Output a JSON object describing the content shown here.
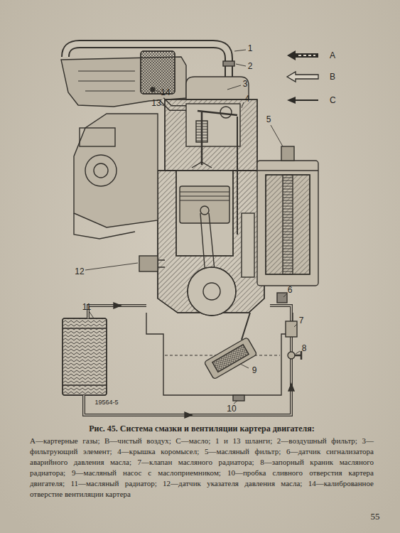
{
  "diagram": {
    "title": "Рис. 45. Система смазки и вентиляции картера двигателя:",
    "caption": "А—картерные газы; В—чистый воздух; С—масло; 1 и 13 шланги; 2—воздушный фильтр; 3—фильтрующий элемент; 4—крышка коромысел; 5—масляный фильтр; 6—датчик сигнализатора аварийного давления масла; 7—клапан масляного радиатора; 8—запорный краник масляного радиатора; 9—масляный насос с маслоприемником; 10—пробка сливного отверстия картера двигателя; 11—масляный радиатор; 12—датчик указателя давления масла; 14—калиброванное отверстие вентиляции картера",
    "labels": [
      "1",
      "2",
      "3",
      "4",
      "5",
      "6",
      "7",
      "8",
      "9",
      "10",
      "11",
      "12",
      "13",
      "14",
      "19564-5",
      "55"
    ],
    "legend": [
      {
        "text": "A"
      },
      {
        "text": "B"
      },
      {
        "text": "C"
      }
    ]
  }
}
